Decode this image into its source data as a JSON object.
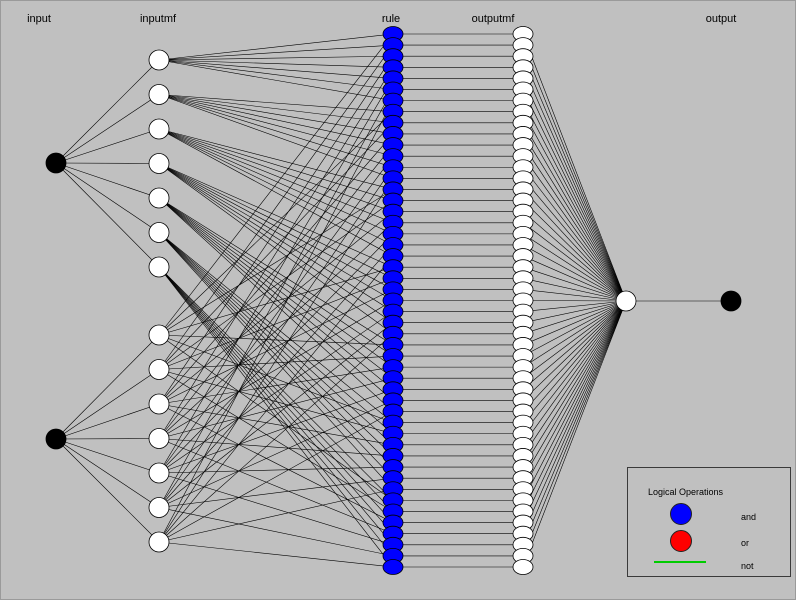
{
  "layers": {
    "input": "input",
    "inputmf": "inputmf",
    "rule": "rule",
    "outputmf": "outputmf",
    "output": "output"
  },
  "network": {
    "input_count": 2,
    "inputmf_counts": [
      7,
      7
    ],
    "rule_count": 49,
    "outputmf_count": 49,
    "output_count": 1
  },
  "legend": {
    "title": "Logical Operations",
    "items": [
      {
        "label": "and",
        "color": "#0000ff"
      },
      {
        "label": "or",
        "color": "#ff0000"
      },
      {
        "label": "not",
        "color": "#00cc00"
      }
    ]
  },
  "colors": {
    "background": "#c0c0c0",
    "input_node": "#000000",
    "mf_node": "#ffffff",
    "rule_node": "#0000ff",
    "output_node": "#000000",
    "edge": "#000000"
  }
}
